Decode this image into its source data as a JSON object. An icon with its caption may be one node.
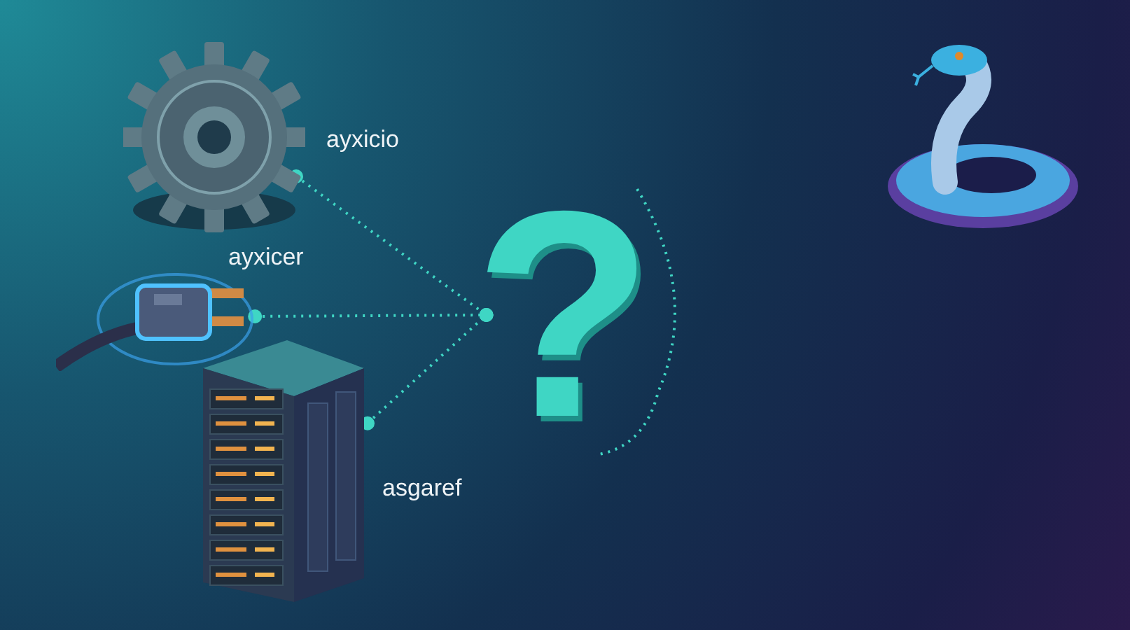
{
  "diagram": {
    "nodes": [
      {
        "text": [],
        "shape": "picture",
        "beside": [
          "ayxicio"
        ]
      },
      {
        "text": [],
        "shape": "picture",
        "beside": [
          "ayxicer"
        ]
      },
      {
        "text": [],
        "shape": "picture",
        "beside": [
          "asgaref"
        ]
      },
      {
        "text": [
          "?"
        ]
      }
    ],
    "edges": [
      {
        "from": 0,
        "to": 3,
        "arrow": "other",
        "style": "dashed"
      },
      {
        "from": 1,
        "to": 3,
        "arrow": "other",
        "style": "dashed"
      },
      {
        "from": 2,
        "to": 3,
        "arrow": "other",
        "style": "dashed"
      }
    ]
  }
}
